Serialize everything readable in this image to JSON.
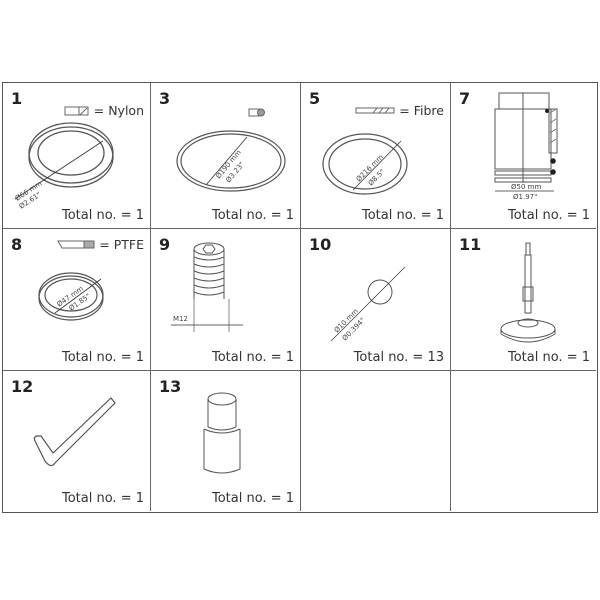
{
  "items": [
    {
      "number": "1",
      "material": "= Nylon",
      "dim_mm": "Ø66 mm",
      "dim_in": "Ø2.61\"",
      "total": "Total no. = 1"
    },
    {
      "number": "3",
      "dim_mm": "Ø190 mm",
      "dim_in": "Ø3.23\"",
      "total": "Total no. = 1"
    },
    {
      "number": "5",
      "material": "= Fibre",
      "dim_mm": "Ø216 mm",
      "dim_in": "Ø8.5\"",
      "total": "Total no. = 1"
    },
    {
      "number": "7",
      "dim_mm": "Ø50 mm",
      "dim_in": "Ø1.97\"",
      "total": "Total no. = 1"
    },
    {
      "number": "8",
      "material": "= PTFE",
      "dim_mm": "Ø47 mm",
      "dim_in": "Ø1.85\"",
      "total": "Total no. = 1"
    },
    {
      "number": "9",
      "dim_mm": "M12",
      "total": "Total no. = 1"
    },
    {
      "number": "10",
      "dim_mm": "Ø10 mm",
      "dim_in": "Ø0.394\"",
      "total": "Total no. = 13"
    },
    {
      "number": "11",
      "total": "Total no. = 1"
    },
    {
      "number": "12",
      "total": "Total no. = 1"
    },
    {
      "number": "13",
      "total": "Total no. = 1"
    }
  ]
}
